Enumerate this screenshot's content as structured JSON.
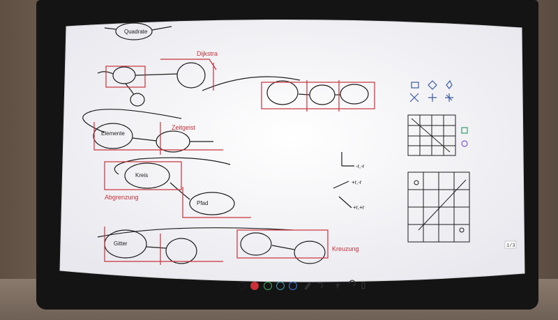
{
  "colors": {
    "screen": "#f4f4f6",
    "ink_black": "#1c1c1c",
    "ink_red": "#c8313a",
    "ink_green": "#3c9a5a",
    "ink_teal": "#3a8a9a",
    "ink_blue": "#3a6ac0",
    "icon_purple": "#7a5acc"
  },
  "board": {
    "red_labels": [
      "Dijkstra",
      "Zeitgeist",
      "Abgrenzung",
      "Kreuzung"
    ],
    "black_labels": [
      "Quadrate",
      "Elemente",
      "Kreis",
      "Pfad",
      "Gitter"
    ],
    "axis_labels": [
      "+r,-r",
      "+r,+r",
      "-r,-r"
    ]
  },
  "page_indicator": "1/3",
  "toolbar": {
    "colors": [
      {
        "name": "black",
        "hex": "#1c1c1c",
        "selected": false
      },
      {
        "name": "red",
        "hex": "#c8313a",
        "selected": true
      },
      {
        "name": "green",
        "hex": "#3c9a5a",
        "selected": false
      },
      {
        "name": "teal",
        "hex": "#3a8a9a",
        "selected": false
      },
      {
        "name": "blue",
        "hex": "#3a6ac0",
        "selected": false
      }
    ],
    "tools": [
      "pen-icon",
      "lasso-icon",
      "hand-icon",
      "undo-icon",
      "trash-icon"
    ]
  },
  "palette": {
    "shapes": [
      "rectangle-icon",
      "diamond-icon",
      "star-icon",
      "cross-icon",
      "plus-icon",
      "asterisk-icon"
    ]
  }
}
